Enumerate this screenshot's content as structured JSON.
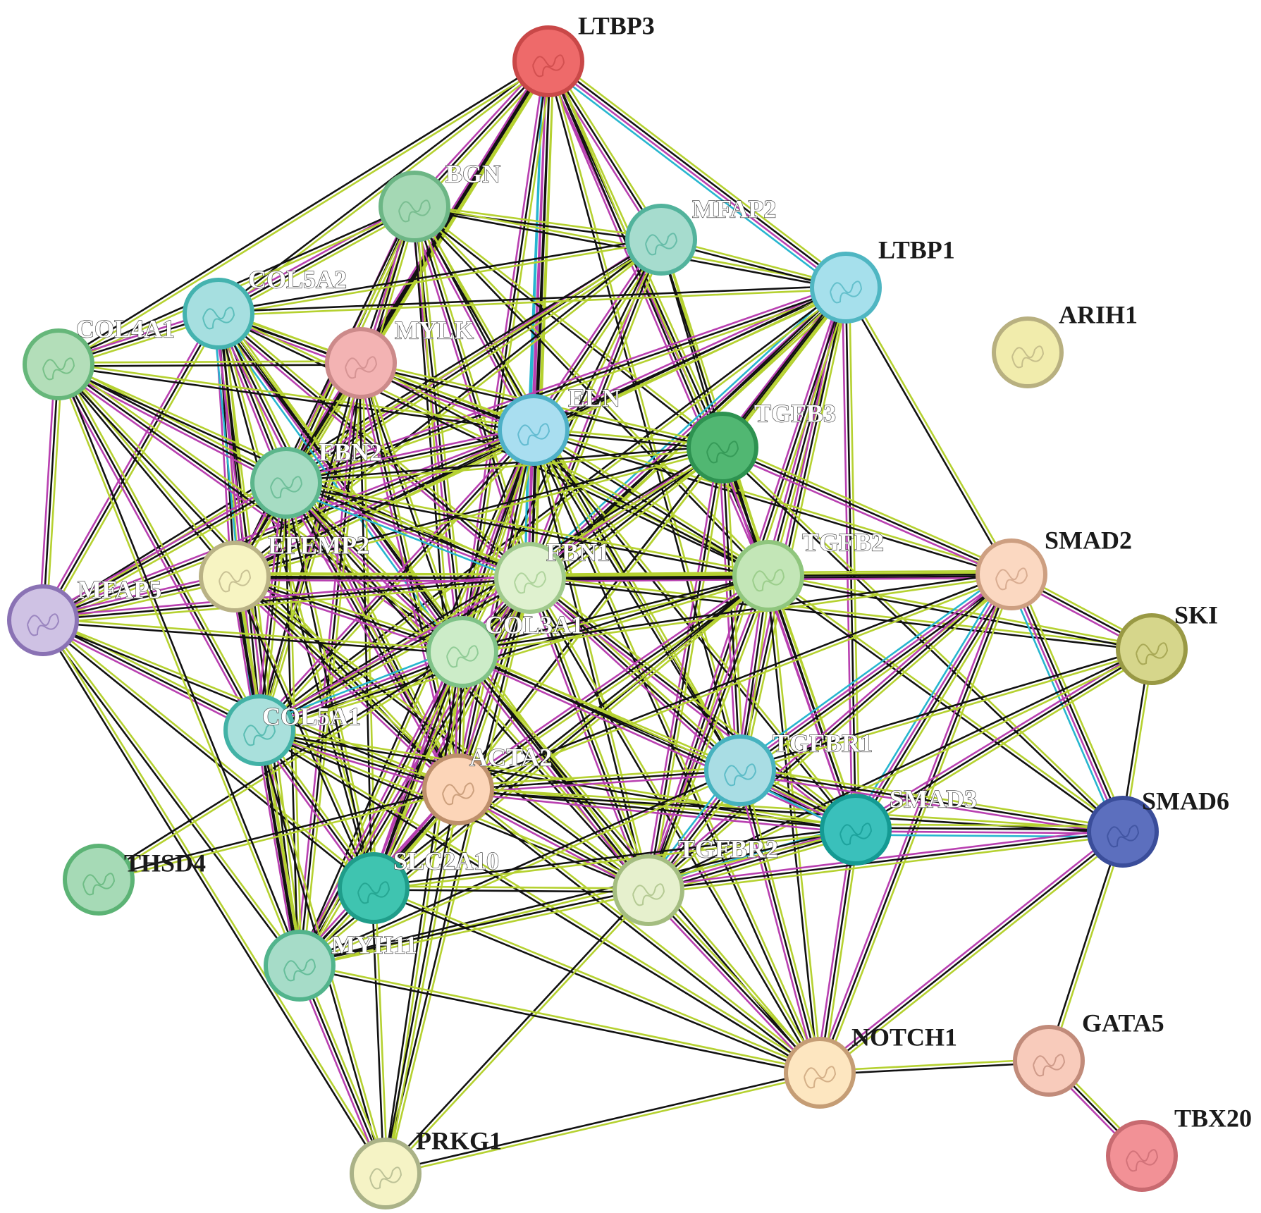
{
  "edge_colors": {
    "textmining": "#b5d130",
    "coexpression": "#111111",
    "experimental": "#b83fb0",
    "database": "#27b6cf",
    "homology": "#8f8fdc"
  },
  "nodes": [
    {
      "id": "LTBP3",
      "label": "LTBP3",
      "color": "#ee6a6a",
      "border": "#c94848",
      "label_style": "dark"
    },
    {
      "id": "BGN",
      "label": "BGN",
      "color": "#a4d8b4",
      "border": "#6cb685",
      "label_style": "light"
    },
    {
      "id": "MFAP2",
      "label": "MFAP2",
      "color": "#a6dcce",
      "border": "#52b39c",
      "label_style": "light"
    },
    {
      "id": "LTBP1",
      "label": "LTBP1",
      "color": "#a6e0ec",
      "border": "#4fb6c2",
      "label_style": "dark"
    },
    {
      "id": "COL5A2",
      "label": "COL5A2",
      "color": "#a6dfe0",
      "border": "#44b3af",
      "label_style": "light"
    },
    {
      "id": "COL4A1",
      "label": "COL4A1",
      "color": "#b3deb9",
      "border": "#66b77a",
      "label_style": "light"
    },
    {
      "id": "MYLK",
      "label": "MYLK",
      "color": "#f3b3b3",
      "border": "#cc8a8a",
      "label_style": "light"
    },
    {
      "id": "ARIH1",
      "label": "ARIH1",
      "color": "#f1ecac",
      "border": "#b8b080",
      "label_style": "dark"
    },
    {
      "id": "ELN",
      "label": "ELN",
      "color": "#a9def0",
      "border": "#4eb0c7",
      "label_style": "light"
    },
    {
      "id": "TGFB3",
      "label": "TGFB3",
      "color": "#51b772",
      "border": "#2d9250",
      "label_style": "light"
    },
    {
      "id": "FBN2",
      "label": "FBN2",
      "color": "#a6dcc3",
      "border": "#5cb68c",
      "label_style": "light"
    },
    {
      "id": "EFEMP2",
      "label": "EFEMP2",
      "color": "#f7f4c2",
      "border": "#b9b285",
      "label_style": "light"
    },
    {
      "id": "FBN1",
      "label": "FBN1",
      "color": "#dff1cf",
      "border": "#9fc98c",
      "label_style": "light"
    },
    {
      "id": "TGFB2",
      "label": "TGFB2",
      "color": "#c3e6b7",
      "border": "#8fc67d",
      "label_style": "light"
    },
    {
      "id": "SMAD2",
      "label": "SMAD2",
      "color": "#fbd8c1",
      "border": "#cd9f81",
      "label_style": "dark"
    },
    {
      "id": "MFAP5",
      "label": "MFAP5",
      "color": "#cfc2e4",
      "border": "#8a72b4",
      "label_style": "light"
    },
    {
      "id": "COL3A1",
      "label": "COL3A1",
      "color": "#ccecc8",
      "border": "#7ec287",
      "label_style": "light"
    },
    {
      "id": "SKI",
      "label": "SKI",
      "color": "#d6d68b",
      "border": "#999944",
      "label_style": "dark"
    },
    {
      "id": "COL5A1",
      "label": "COL5A1",
      "color": "#a9e0dc",
      "border": "#42b2a6",
      "label_style": "light"
    },
    {
      "id": "ACTA2",
      "label": "ACTA2",
      "color": "#fcd5b8",
      "border": "#bd8f6b",
      "label_style": "light"
    },
    {
      "id": "TGFBR1",
      "label": "TGFBR1",
      "color": "#a9dde4",
      "border": "#46b2bf",
      "label_style": "light"
    },
    {
      "id": "SMAD3",
      "label": "SMAD3",
      "color": "#3ac0bb",
      "border": "#149a93",
      "label_style": "light"
    },
    {
      "id": "SMAD6",
      "label": "SMAD6",
      "color": "#5c6fbe",
      "border": "#3a4d9a",
      "label_style": "dark"
    },
    {
      "id": "THSD4",
      "label": "THSD4",
      "color": "#a6dab6",
      "border": "#5cb375",
      "label_style": "dark"
    },
    {
      "id": "SLC2A10",
      "label": "SLC2A10",
      "color": "#3fc4b0",
      "border": "#1f9d8a",
      "label_style": "light"
    },
    {
      "id": "TGFBR2",
      "label": "TGFBR2",
      "color": "#e6f0cd",
      "border": "#a4bd80",
      "label_style": "light"
    },
    {
      "id": "MYH11",
      "label": "MYH11",
      "color": "#a6dcc8",
      "border": "#52b48c",
      "label_style": "light"
    },
    {
      "id": "NOTCH1",
      "label": "NOTCH1",
      "color": "#fde6c0",
      "border": "#c59d75",
      "label_style": "dark"
    },
    {
      "id": "GATA5",
      "label": "GATA5",
      "color": "#f8cbbb",
      "border": "#c18b7a",
      "label_style": "dark"
    },
    {
      "id": "PRKG1",
      "label": "PRKG1",
      "color": "#f5f3c5",
      "border": "#aab287",
      "label_style": "dark"
    },
    {
      "id": "TBX20",
      "label": "TBX20",
      "color": "#f29196",
      "border": "#c86a70",
      "label_style": "dark"
    }
  ]
}
